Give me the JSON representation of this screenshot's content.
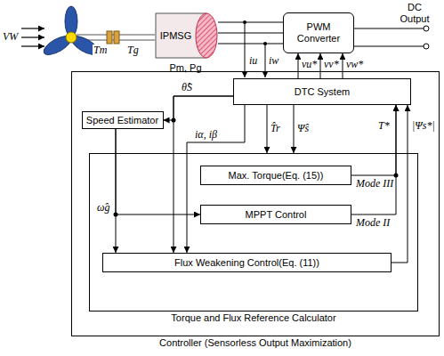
{
  "diagram": {
    "nodes": [
      {
        "text": [
          "IPMSG",
          "Pm, Pg"
        ]
      },
      {
        "text": [
          "PWM Converter"
        ]
      },
      {
        "text": [
          "Controller (Sensorless Output Maximization)"
        ]
      },
      {
        "text": [
          "DTC System"
        ],
        "in": 2
      },
      {
        "text": [
          "Speed Estimator"
        ],
        "in": 2
      },
      {
        "text": [
          "Torque and Flux Reference Calculator"
        ],
        "in": 2
      },
      {
        "text": [
          "Max. Torque(Eq. (15))"
        ],
        "in": 5
      },
      {
        "text": [
          "MPPT Control"
        ],
        "in": 5
      },
      {
        "text": [
          "Flux Weakening Control(Eq. (11))"
        ],
        "in": 5
      }
    ],
    "edges": [
      {
        "from": 0,
        "to": 1,
        "arrow": "none"
      },
      {
        "from": 0,
        "to": 1,
        "arrow": "none"
      },
      {
        "from": 0,
        "to": 1,
        "arrow": "none"
      },
      {
        "from": 3,
        "to": 1,
        "arrow": "to",
        "label": "vu*"
      },
      {
        "from": 3,
        "to": 1,
        "arrow": "to",
        "label": "vv*"
      },
      {
        "from": 3,
        "to": 1,
        "arrow": "to",
        "label": "vw*"
      },
      {
        "from": 3,
        "to": 4,
        "arrow": "to",
        "label": "θ̂S"
      },
      {
        "from": 3,
        "to": 8,
        "arrow": "to"
      },
      {
        "from": 3,
        "to": 8,
        "arrow": "to",
        "label": "iα, iβ"
      },
      {
        "from": 3,
        "to": 5,
        "arrow": "to",
        "label": "T̂r"
      },
      {
        "from": 3,
        "to": 5,
        "arrow": "to",
        "label": "Ψ̂s"
      },
      {
        "from": 6,
        "to": 3,
        "arrow": "to"
      },
      {
        "from": 7,
        "to": 3,
        "arrow": "to"
      },
      {
        "from": 8,
        "to": 3,
        "arrow": "to",
        "label": "|Ψs*|"
      },
      {
        "from": 4,
        "to": 7,
        "arrow": "to"
      },
      {
        "from": 4,
        "to": 8,
        "arrow": "to"
      }
    ],
    "labels": [
      "VW",
      "Tm",
      "Tg",
      "DC Output",
      "iu",
      "iw",
      "ω̂g",
      "T*",
      "Mode III",
      "Mode II"
    ]
  }
}
